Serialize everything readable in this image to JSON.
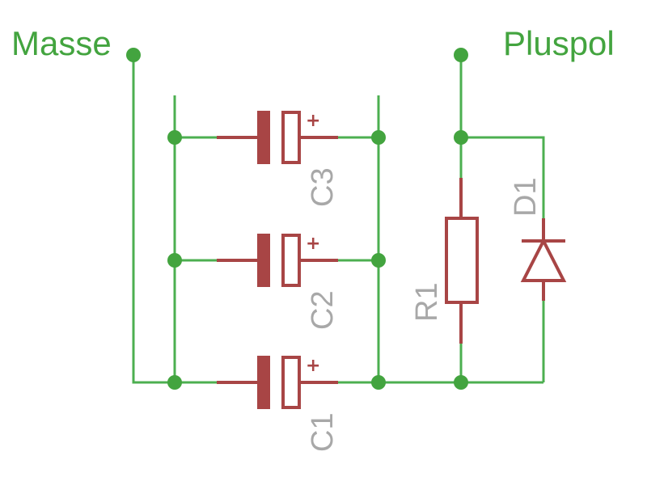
{
  "nets": {
    "ground": "Masse",
    "positive": "Pluspol"
  },
  "components": {
    "capacitors": [
      {
        "ref": "C3",
        "polarity": "+"
      },
      {
        "ref": "C2",
        "polarity": "+"
      },
      {
        "ref": "C1",
        "polarity": "+"
      }
    ],
    "resistor": {
      "ref": "R1"
    },
    "diode": {
      "ref": "D1"
    }
  },
  "colors": {
    "wire": "#4caf50",
    "junction": "#43a43f",
    "symbol": "#a84545",
    "label": "#a8a8a8",
    "net_label": "#43a43f"
  }
}
